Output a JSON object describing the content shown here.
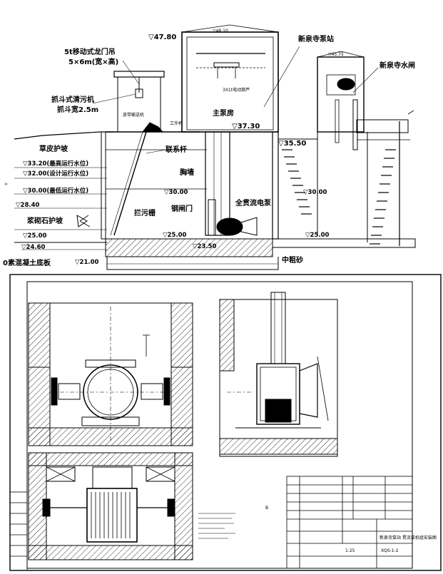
{
  "section": {
    "el_47_80": "▽47.80",
    "el_48_10": "▽48.10",
    "el_45_75": "▽45.75",
    "el_37_30": "▽37.30",
    "el_35_50": "▽35.50",
    "el_33_20": "▽33.20(最高运行水位)",
    "el_32_00": "▽32.00(设计运行水位)",
    "el_30_00_left": "▽30.00(最低运行水位)",
    "el_28_40": "▽28.40",
    "el_30_00_mid": "▽30.00",
    "el_30_00_right": "▽30.00",
    "el_25_00_left": "▽25.00",
    "el_25_00_mid": "▽25.00",
    "el_25_00_right": "▽25.00",
    "el_24_60": "▽24.60",
    "el_23_50": "▽23.50",
    "el_21_00": "▽21.00",
    "crane_line1": "5t移动式龙门吊",
    "crane_line2": "5×6m(宽×高)",
    "cleaner_line1": "抓斗式清污机",
    "cleaner_line2": "抓斗宽2.5m",
    "pump_station": "新泉寺泵站",
    "sluice": "新泉寺水闸",
    "main_pump_room": "主泵房",
    "grass_slope": "草皮护坡",
    "stone_slope": "浆砌石护坡",
    "tie_bar": "联系杆",
    "breast_wall": "胸墙",
    "trash_rack": "拦污栅",
    "steel_gate": "钢闸门",
    "tubular_pump": "全贯流电泵",
    "medium_sand": "中粗砂",
    "base_slab": "0素混凝土底板",
    "belt_conveyor": "皮带输送机",
    "work_bridge": "工作桥",
    "motor_cabinet": "3X1t电动葫芦"
  },
  "drawing": {
    "tag_left": "B",
    "title_block": {
      "project": "新泉寺泵站 贯流泵机组安装图",
      "scale": "1:25",
      "sheet_code": "XQS-1-2"
    }
  }
}
